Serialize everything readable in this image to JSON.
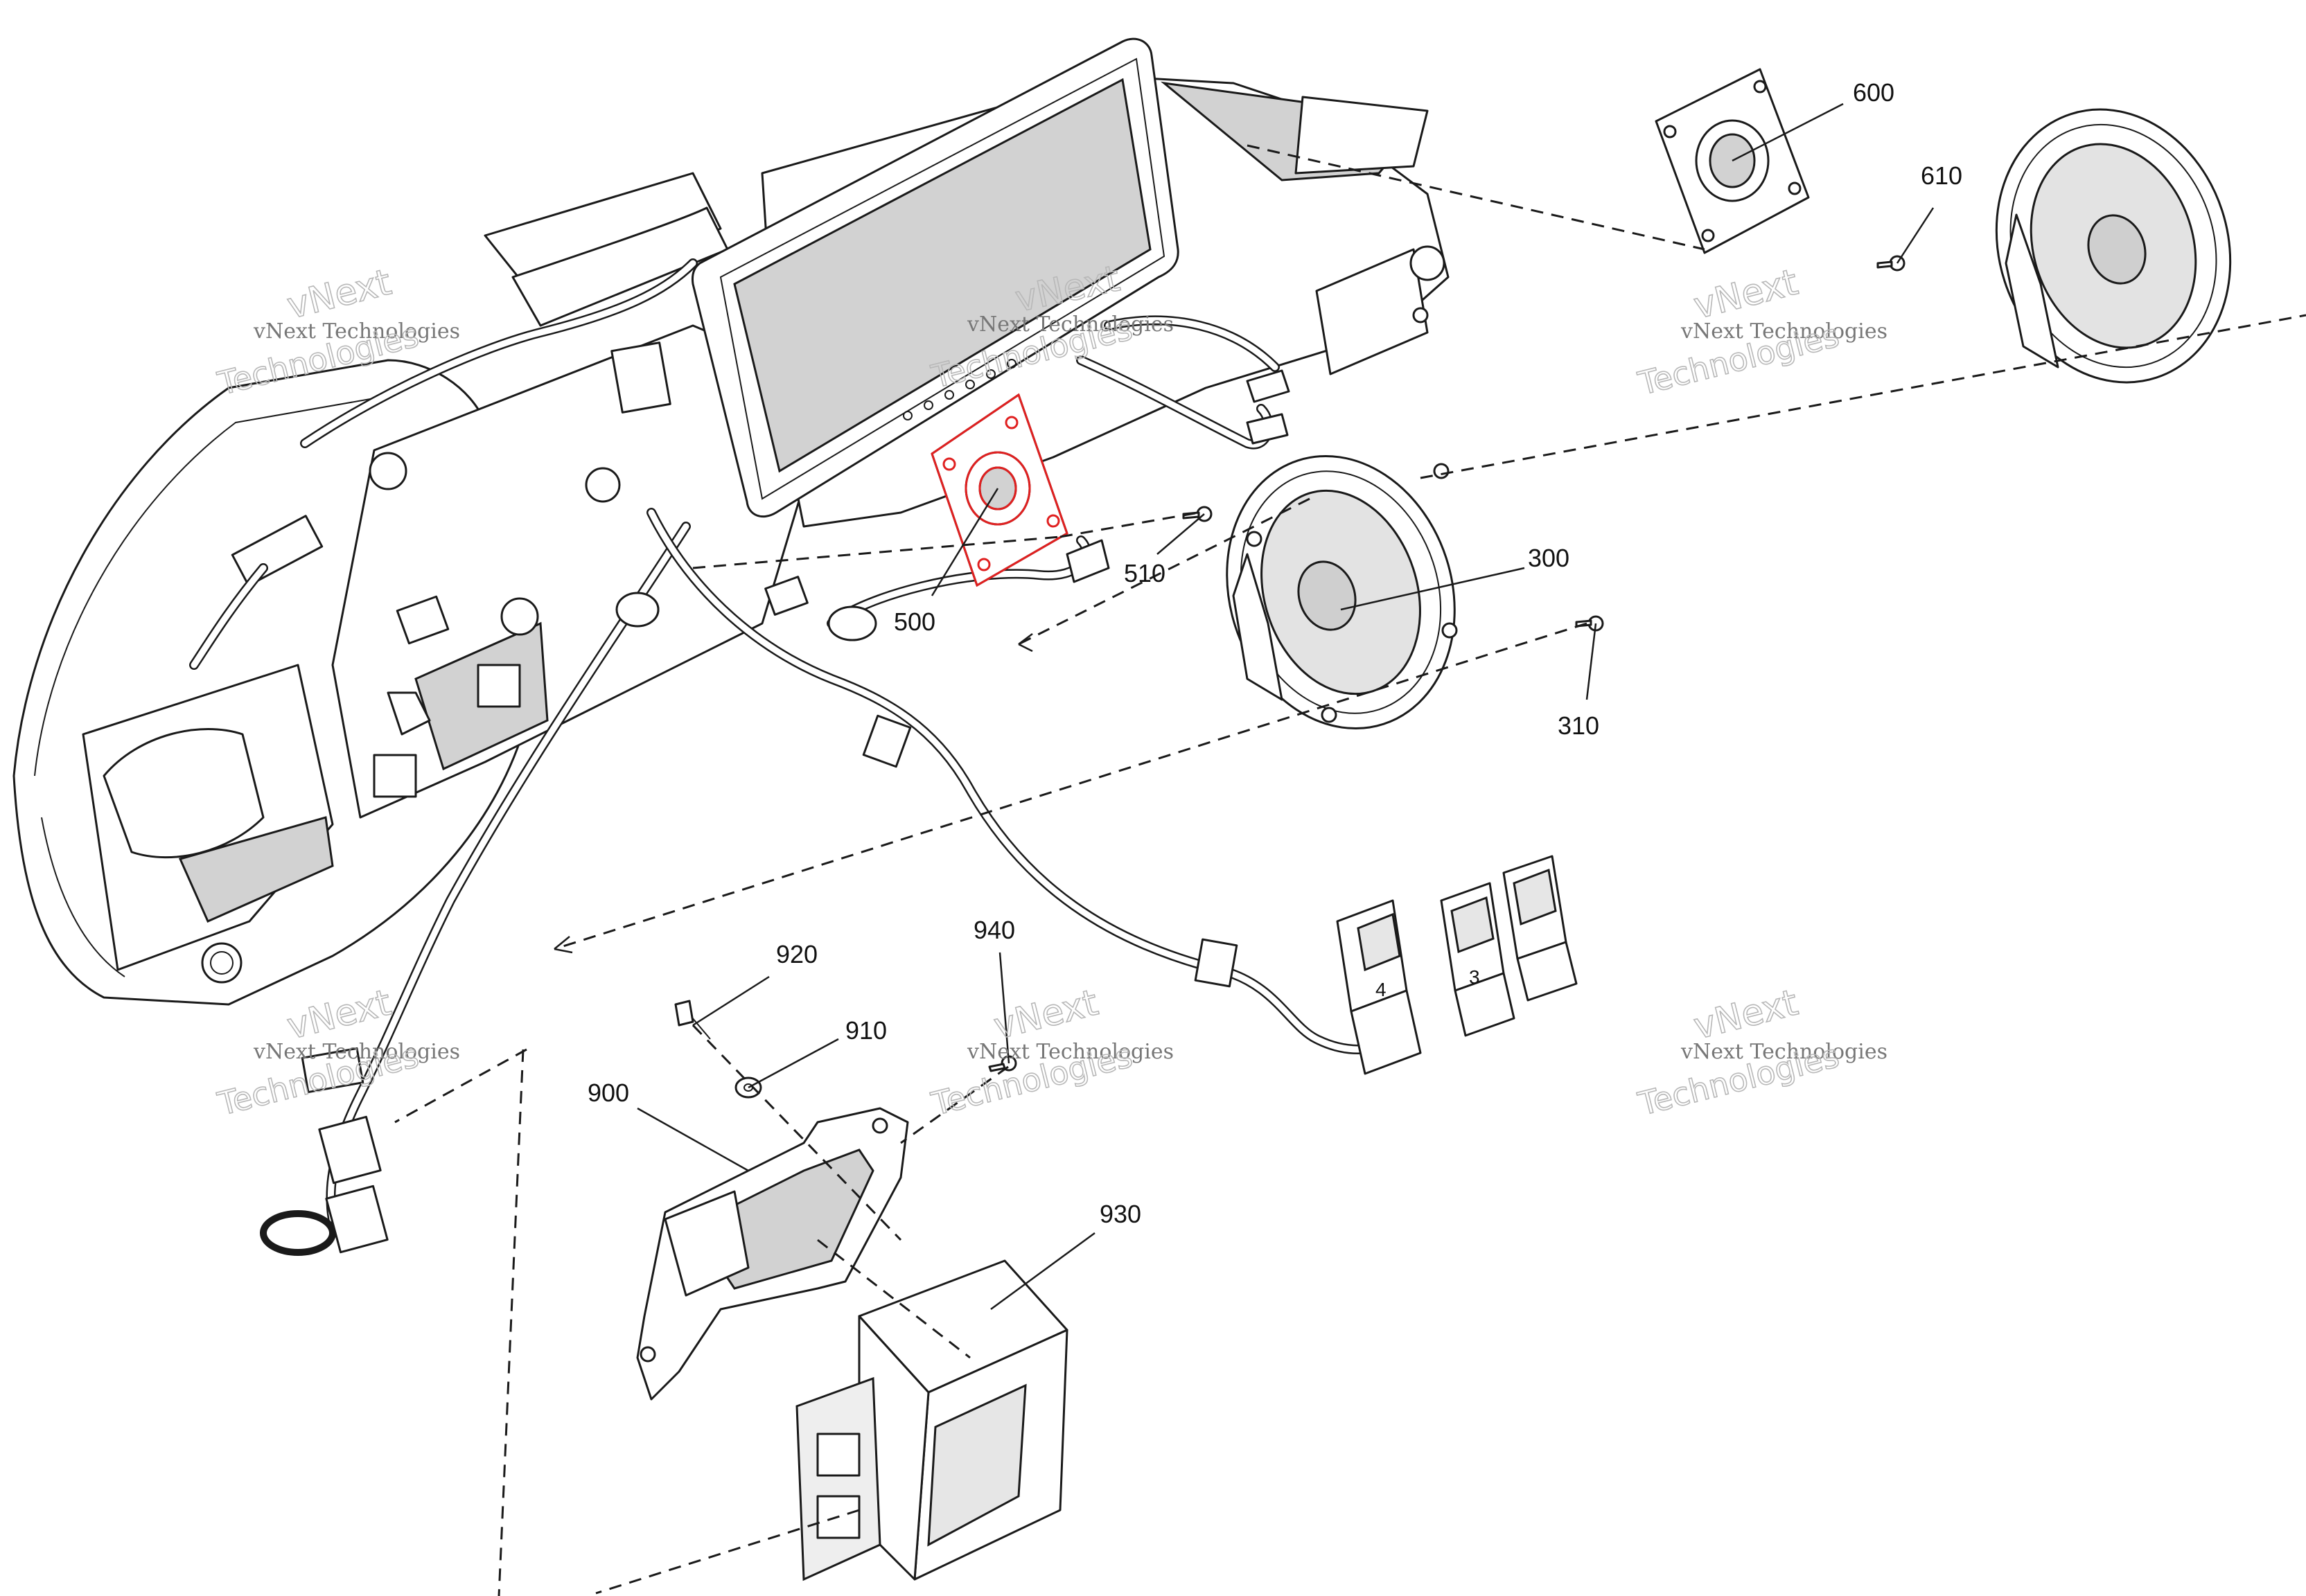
{
  "callouts": [
    {
      "id": "c600",
      "text": "600"
    },
    {
      "id": "c610",
      "text": "610"
    },
    {
      "id": "c300",
      "text": "300"
    },
    {
      "id": "c310",
      "text": "310"
    },
    {
      "id": "c510",
      "text": "510"
    },
    {
      "id": "c500",
      "text": "500",
      "highlighted": true
    },
    {
      "id": "c920",
      "text": "920"
    },
    {
      "id": "c910",
      "text": "910"
    },
    {
      "id": "c940",
      "text": "940"
    },
    {
      "id": "c900",
      "text": "900"
    },
    {
      "id": "c930",
      "text": "930"
    }
  ],
  "watermark": {
    "line1": "vNext Technologies",
    "line2": "vNext",
    "line3": "Technologies"
  },
  "display_brand": "vNext",
  "switch_numbers": [
    "4",
    "3"
  ],
  "colors": {
    "highlight": "#e02020",
    "line": "#1a1a1a",
    "fill_gray": "#d2d2d2",
    "watermark": "#b8b8b8"
  }
}
